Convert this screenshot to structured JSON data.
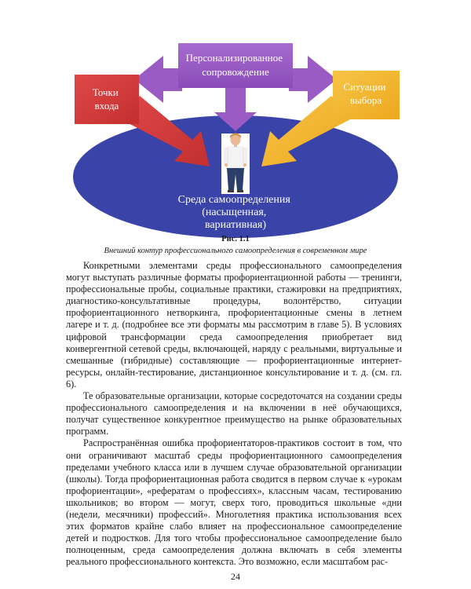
{
  "figure": {
    "top_box": "Персонализированное\nсопровождение",
    "left_box": "Точки\nвхода",
    "right_box": "Ситуации\nвыбора",
    "ellipse_text": "Среда самоопределения\n(насыщенная,\nвариативная)",
    "colors": {
      "ellipse": "#3a43a8",
      "top_box": "#9a5cc4",
      "left_box": "#d93a3a",
      "right_box": "#f2b42e"
    }
  },
  "caption": {
    "number": "Рис. 1.1",
    "text": "Внешний контур профессионального самоопределения в современном мире"
  },
  "paragraphs": [
    "Конкретными элементами среды профессионального самоопределения могут выступать различные форматы профориентационной работы — тренинги, профессиональные пробы, социальные практики, стажировки на предприятиях, диагностико-консультативные процедуры, волонтёрство, ситуации профориентационного нетворкинга, профориентационные смены в летнем лагере и т. д. (подробнее все эти форматы мы рассмотрим в главе 5). В условиях цифровой трансформации среда самоопределения приобретает вид конвергентной сетевой среды, включающей, наряду с реальными, виртуальные и смешанные (гибридные) составляющие — профориентационные интернет-ресурсы, онлайн-тестирование, дистанционное консультирование и т. д. (см. гл. 6).",
    "Те образовательные организации, которые сосредоточатся на создании среды профессионального самоопределения и на включении в неё обучающихся, получат существенное конкурентное преимущество на рынке образовательных программ.",
    "Распространённая ошибка профориентаторов-практиков состоит в том, что они ограничивают масштаб среды профориентационного самоопределения пределами учебного класса или в лучшем случае образовательной организации (школы). Тогда профориентационная работа сводится в первом случае к «урокам профориентации», «рефератам о профессиях», классным часам, тестированию школьников; во втором — могут, сверх того, проводиться школьные «дни (недели, месячники) профессий». Многолетняя практика использования всех этих форматов крайне слабо влияет на профессиональное самоопределение детей и подростков. Для того чтобы профессиональное самоопределение было полноценным, среда самоопределения должна включать в себя элементы реального профессионального контекста. Это возможно, если масштабом рас-"
  ],
  "page_number": "24"
}
